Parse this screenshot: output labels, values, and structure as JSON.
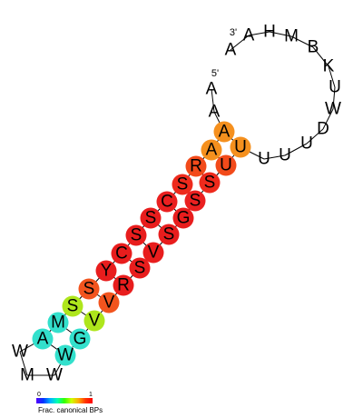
{
  "structure": {
    "five_prime_label": "5'",
    "three_prime_label": "3'",
    "nucleotides": [
      {
        "label": "A",
        "color": ""
      },
      {
        "label": "A",
        "color": ""
      },
      {
        "label": "A",
        "color": "#f5901e"
      },
      {
        "label": "A",
        "color": "#f5901e"
      },
      {
        "label": "R",
        "color": "#f24a1a"
      },
      {
        "label": "S",
        "color": "#ee2a1c"
      },
      {
        "label": "C",
        "color": "#ea2020"
      },
      {
        "label": "S",
        "color": "#e81d1d"
      },
      {
        "label": "S",
        "color": "#e81d1d"
      },
      {
        "label": "C",
        "color": "#e81d1d"
      },
      {
        "label": "Y",
        "color": "#e81d1d"
      },
      {
        "label": "S",
        "color": "#f2541e"
      },
      {
        "label": "S",
        "color": "#aee61c"
      },
      {
        "label": "M",
        "color": "#33e0cc"
      },
      {
        "label": "A",
        "color": "#33e0cc"
      },
      {
        "label": "W",
        "color": ""
      },
      {
        "label": "M",
        "color": ""
      },
      {
        "label": "W",
        "color": ""
      },
      {
        "label": "W",
        "color": "#33e0cc"
      },
      {
        "label": "G",
        "color": "#33e0cc"
      },
      {
        "label": "V",
        "color": "#aee61c"
      },
      {
        "label": "V",
        "color": "#f2541e"
      },
      {
        "label": "R",
        "color": "#e81d1d"
      },
      {
        "label": "S",
        "color": "#e81d1d"
      },
      {
        "label": "V",
        "color": "#e81d1d"
      },
      {
        "label": "S",
        "color": "#e81d1d"
      },
      {
        "label": "G",
        "color": "#e81d1d"
      },
      {
        "label": "S",
        "color": "#ea2020"
      },
      {
        "label": "S",
        "color": "#ee2a1c"
      },
      {
        "label": "U",
        "color": "#f24a1a"
      },
      {
        "label": "U",
        "color": "#f5901e"
      },
      {
        "label": "U",
        "color": ""
      },
      {
        "label": "U",
        "color": ""
      },
      {
        "label": "U",
        "color": ""
      },
      {
        "label": "D",
        "color": ""
      },
      {
        "label": "W",
        "color": ""
      },
      {
        "label": "U",
        "color": ""
      },
      {
        "label": "K",
        "color": ""
      },
      {
        "label": "B",
        "color": ""
      },
      {
        "label": "M",
        "color": ""
      },
      {
        "label": "H",
        "color": ""
      },
      {
        "label": "A",
        "color": ""
      },
      {
        "label": "A",
        "color": ""
      }
    ]
  },
  "legend": {
    "title": "Frac. canonical BPs",
    "min_label": "0",
    "max_label": "1",
    "gradient_colors": [
      "#5500ff",
      "#0033ff",
      "#00b3ff",
      "#00ffb3",
      "#33ff00",
      "#ccff00",
      "#ffaa00",
      "#ff3300",
      "#ff0000"
    ]
  }
}
